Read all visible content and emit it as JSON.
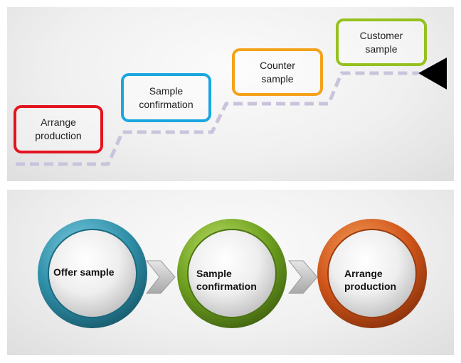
{
  "staircase": {
    "steps": [
      {
        "label": "Arrange\nproduction",
        "color": "#e3141f"
      },
      {
        "label": "Sample\nconfirmation",
        "color": "#1aa7df"
      },
      {
        "label": "Counter\nsample",
        "color": "#f3a21a"
      },
      {
        "label": "Customer\nsample",
        "color": "#95c11f"
      }
    ],
    "path_color": "#c9c3dc",
    "arrow_color": "#000000"
  },
  "circles": {
    "items": [
      {
        "label": "Offer sample",
        "ring_color": "#2f8fa8"
      },
      {
        "label": "Sample\nconfirmation",
        "ring_color": "#6e9f1e"
      },
      {
        "label": "Arrange\nproduction",
        "ring_color": "#d0551a"
      }
    ],
    "chevron_color": "#b9b9b9"
  }
}
